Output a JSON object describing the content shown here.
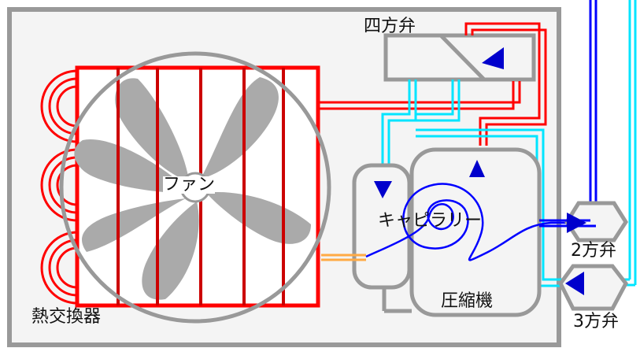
{
  "labels": {
    "four_way_valve": "四方弁",
    "fan": "ファン",
    "heat_exchanger": "熱交換器",
    "capillary": "キャピラリー",
    "compressor": "圧縮機",
    "two_way_valve": "2方弁",
    "three_way_valve": "3方弁"
  },
  "colors": {
    "refrigerant_hot": "#ff0000",
    "refrigerant_cold": "#00ffff",
    "connection_pipe": "#0000ff",
    "housing": "#999999",
    "fan_blade": "#aaaaaa",
    "flow_arrow": "#0000cc",
    "capillary_line": "#ffaa44"
  },
  "icons": [
    "flow-arrow-icon",
    "fan-icon",
    "capillary-coil-icon"
  ]
}
